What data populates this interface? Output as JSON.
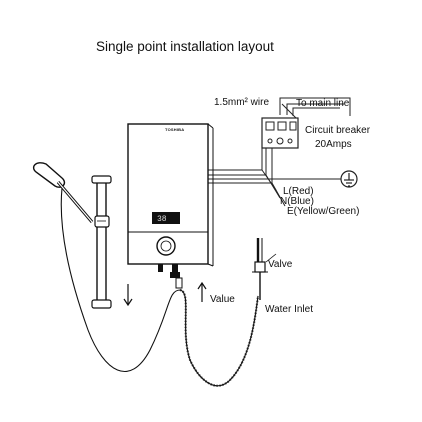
{
  "title": "Single point installation layout",
  "heater": {
    "brand": "TOSHIBA",
    "display": "38"
  },
  "labels": {
    "wire": "1.5mm² wire",
    "main_line": "To main line",
    "breaker_line1": "Circuit breaker",
    "breaker_line2": "20Amps",
    "live": "L(Red)",
    "neutral": "N(Blue)",
    "earth": "E(Yellow/Green)",
    "valve_inlet": "Valve",
    "valve_outlet": "Value",
    "water_inlet": "Water Inlet"
  },
  "icons": [
    "shower-head-icon",
    "earth-ground-icon",
    "arrow-down-icon",
    "arrow-up-icon",
    "circuit-breaker-icon",
    "valve-icon"
  ]
}
